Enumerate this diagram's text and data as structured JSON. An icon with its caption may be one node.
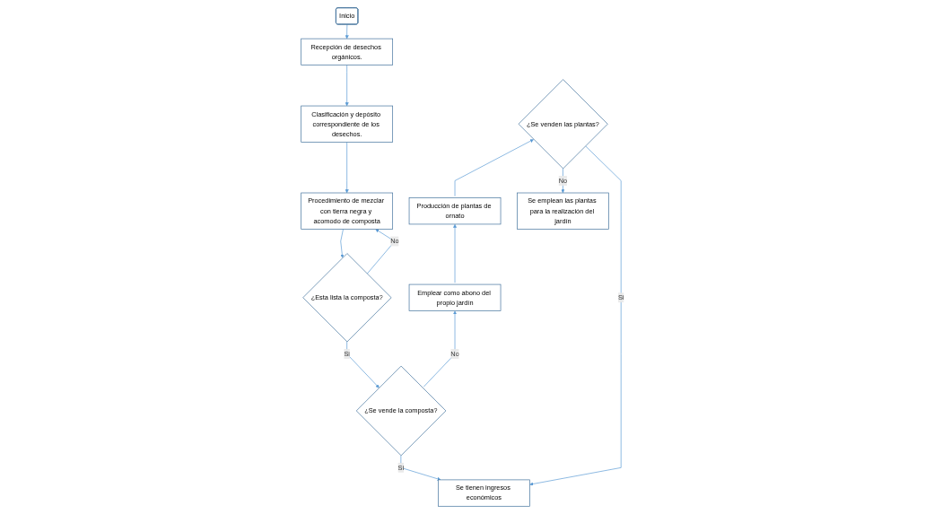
{
  "diagram": {
    "nodes": [
      {
        "text": [
          "Inicio"
        ]
      },
      {
        "text": [
          "Recepción de desechos orgánicos."
        ]
      },
      {
        "text": [
          "Clasificación y depósito correspondiente de los desechos."
        ]
      },
      {
        "text": [
          "Procedimiento de mezclar con tierra negra y acomodo de composta"
        ]
      },
      {
        "text": [
          "¿Esta lista la composta?"
        ]
      },
      {
        "text": [
          "¿Se vende la composta?"
        ]
      },
      {
        "text": [
          "Se tienen ingresos económicos"
        ]
      },
      {
        "text": [
          "Emplear como abono del propio jardín"
        ]
      },
      {
        "text": [
          "Producción de plantas de ornato"
        ]
      },
      {
        "text": [
          "¿Se venden las plantas?"
        ]
      },
      {
        "text": [
          "Se emplean las plantas para la realización del jardín"
        ]
      }
    ],
    "edges": [
      {
        "from": 0,
        "to": 1,
        "arrow": "to"
      },
      {
        "from": 1,
        "to": 2,
        "arrow": "to"
      },
      {
        "from": 2,
        "to": 3,
        "arrow": "to"
      },
      {
        "from": 3,
        "to": 4,
        "arrow": "to"
      },
      {
        "from": 4,
        "to": 3,
        "arrow": "to",
        "label": "No"
      },
      {
        "from": 4,
        "to": 5,
        "arrow": "to",
        "label": "Si"
      },
      {
        "from": 5,
        "to": 6,
        "arrow": "to",
        "label": "Si"
      },
      {
        "from": 5,
        "to": 7,
        "arrow": "to",
        "label": "No"
      },
      {
        "from": 7,
        "to": 8,
        "arrow": "to"
      },
      {
        "from": 8,
        "to": 9,
        "arrow": "to"
      },
      {
        "from": 9,
        "to": 10,
        "arrow": "to",
        "label": "No"
      },
      {
        "from": 9,
        "to": 6,
        "arrow": "to",
        "label": "Si"
      }
    ]
  }
}
